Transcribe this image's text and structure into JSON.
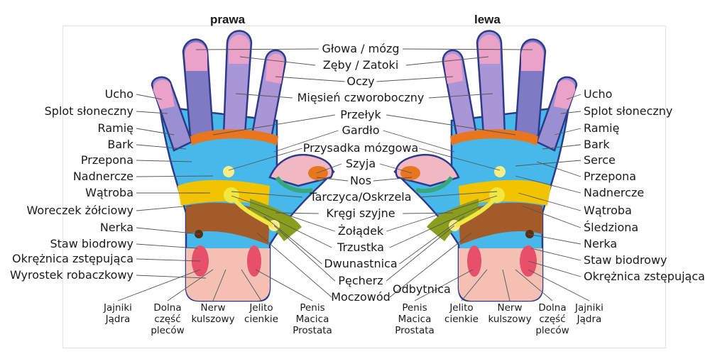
{
  "headers": {
    "right_hand": "prawa",
    "left_hand": "lewa"
  },
  "center_labels": [
    "Głowa / mózg",
    "Zęby / Zatoki",
    "Oczy",
    "Mięsień czworoboczny",
    "Przełyk",
    "Gardło",
    "Przysadka mózgowa",
    "Szyja",
    "Nos",
    "Tarczyca/Oskrzela",
    "Kręgi szyjne",
    "Żołądek",
    "Trzustka",
    "Dwunastnica",
    "Pęcherz",
    "Moczowód"
  ],
  "left_labels": [
    "Ucho",
    "Splot słoneczny",
    "Ramię",
    "Bark",
    "Przepona",
    "Nadnercze",
    "Wątroba",
    "Woreczek żółciowy",
    "Nerka",
    "Staw biodrowy",
    "Okrężnica zstępująca",
    "Wyrostek robaczkowy"
  ],
  "right_labels": [
    "Ucho",
    "Splot słoneczny",
    "Ramię",
    "Bark",
    "Serce",
    "Przepona",
    "Nadnercze",
    "Wątroba",
    "Śledziona",
    "Nerka",
    "Staw biodrowy",
    "Okrężnica zstępująca"
  ],
  "odbytnica": "Odbytnica",
  "bottom_left": [
    "Jajniki\nJądra",
    "Dolna\nczęść\npleców",
    "Nerw\nkulszowy",
    "Jelito\ncienkie",
    "Penis\nMacica\nProstata"
  ],
  "bottom_right": [
    "Penis\nMacica\nProstata",
    "Jelito\ncienkie",
    "Nerw\nkulszowy",
    "Dolna\nczęść\npleców",
    "Jajniki\nJądra"
  ],
  "colors": {
    "finger": "#9a8fd0",
    "finger_tip": "#eaa2c8",
    "thumb": "#7f7ac4",
    "blue": "#46b8ea",
    "yellow": "#f2c400",
    "orange": "#e8761e",
    "brown": "#a35b2a",
    "olive": "#8a9e1e",
    "green": "#3aa77a",
    "pink": "#f4c0b4",
    "red": "#e8506a",
    "outline": "#2d3a8c"
  }
}
